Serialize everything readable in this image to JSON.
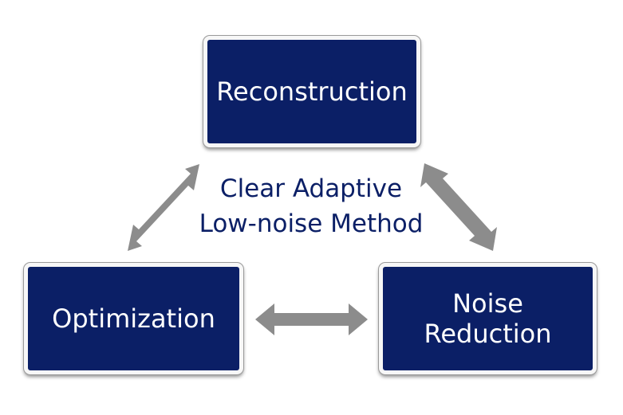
{
  "diagram": {
    "nodes": {
      "reconstruction": {
        "label": "Reconstruction"
      },
      "optimization": {
        "label": "Optimization"
      },
      "noise_reduction": {
        "label_line1": "Noise",
        "label_line2": "Reduction"
      }
    },
    "center_text": {
      "line1": "Clear Adaptive",
      "line2": "Low-noise Method"
    },
    "edges": [
      {
        "from": "Reconstruction",
        "to": "Optimization",
        "style": "double-headed arrow"
      },
      {
        "from": "Reconstruction",
        "to": "Noise Reduction",
        "style": "double-headed arrow"
      },
      {
        "from": "Optimization",
        "to": "Noise Reduction",
        "style": "double-headed arrow"
      }
    ],
    "colors": {
      "box_fill": "#0b1f66",
      "box_border": "#f7f7f7",
      "box_text": "#ffffff",
      "center_text": "#0b1f66",
      "arrow": "#8c8c8c"
    }
  }
}
